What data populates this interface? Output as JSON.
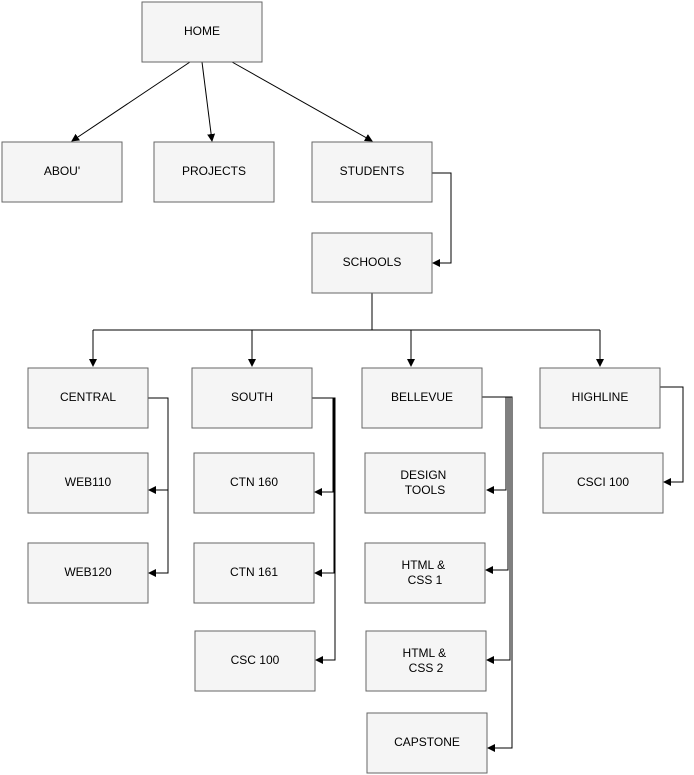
{
  "nodes": {
    "home": "HOME",
    "about": "ABOU'",
    "projects": "PROJECTS",
    "students": "STUDENTS",
    "schools": "SCHOOLS",
    "central": "CENTRAL",
    "south": "SOUTH",
    "bellevue": "BELLEVUE",
    "highline": "HIGHLINE",
    "web110": "WEB110",
    "web120": "WEB120",
    "ctn160": "CTN 160",
    "ctn161": "CTN 161",
    "csc100": "CSC 100",
    "design_tools": [
      "DESIGN",
      "TOOLS"
    ],
    "html_css_1": [
      "HTML &",
      "CSS 1"
    ],
    "html_css_2": [
      "HTML &",
      "CSS 2"
    ],
    "capstone": "CAPSTONE",
    "csci100": "CSCI 100"
  }
}
